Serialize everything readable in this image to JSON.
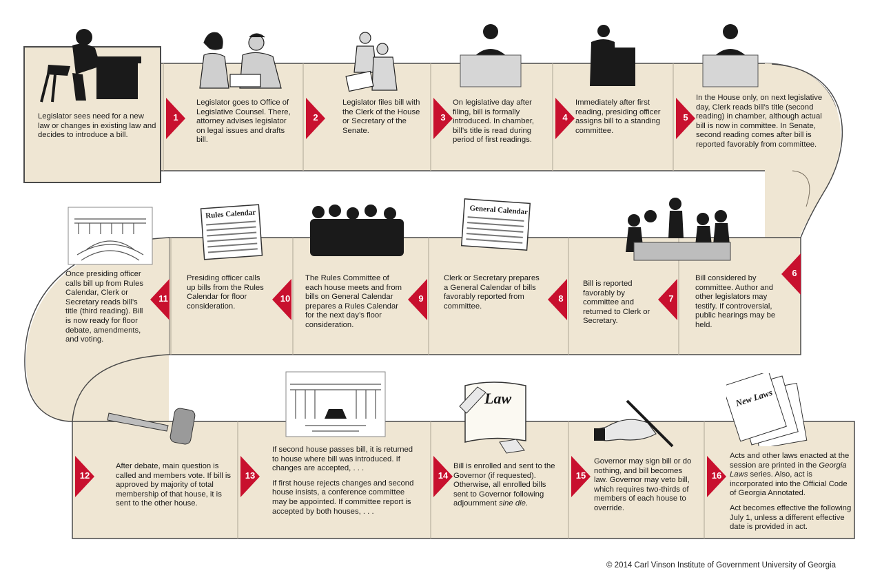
{
  "colors": {
    "band": "#efe6d3",
    "border": "#4a4a4a",
    "divider": "#b9b0a0",
    "marker": "#c8102e",
    "silhouette": "#1a1a1a"
  },
  "steps": [
    {
      "number": "",
      "text": [
        "Legislator sees need for a new law or changes in existing law and decides to introduce a bill."
      ],
      "icon": "legislator-at-desk-icon"
    },
    {
      "number": "1",
      "text": [
        "Legislator goes to Office of Legislative Counsel. There, attorney advises legislator on legal issues and drafts bill."
      ],
      "icon": "attorney-meeting-icon"
    },
    {
      "number": "2",
      "text": [
        "Legislator files bill with the Clerk of the House or Secretary of the Senate."
      ],
      "icon": "filing-bill-icon"
    },
    {
      "number": "3",
      "text": [
        "On legislative day after filing, bill is formally introduced. In chamber, bill’s title is read during period of first readings."
      ],
      "icon": "podium-speaker-icon"
    },
    {
      "number": "4",
      "text": [
        "Immediately after first reading, presiding officer assigns bill to a standing committee."
      ],
      "icon": "presiding-officer-icon"
    },
    {
      "number": "5",
      "text": [
        "In the House only, on next legislative day, Clerk reads bill’s title (second reading) in chamber, although actual bill is now in committee. In Senate, second reading comes after bill is reported favorably from committee."
      ],
      "icon": "clerk-podium-icon"
    },
    {
      "number": "6",
      "text": [
        "Bill considered by committee. Author and other legislators may testify. If controversial, public hearings may be held."
      ],
      "icon": "committee-hearing-icon"
    },
    {
      "number": "7",
      "text": [
        "Bill is reported favorably by committee and returned to Clerk or Secretary."
      ],
      "icon": ""
    },
    {
      "number": "8",
      "text": [
        "Clerk or Secretary prepares a General Calendar of bills favorably reported from committee."
      ],
      "icon": "general-calendar-icon",
      "icon_label": "General Calendar"
    },
    {
      "number": "9",
      "text": [
        "The Rules Committee of each house meets and from bills on General Calendar prepares a Rules Calendar for the next day’s floor consideration."
      ],
      "icon": "rules-committee-icon"
    },
    {
      "number": "10",
      "text": [
        "Presiding officer calls up bills from the Rules Calendar for floor consideration."
      ],
      "icon": "rules-calendar-icon",
      "icon_label": "Rules Calendar"
    },
    {
      "number": "11",
      "text": [
        "Once presiding officer calls bill up from Rules Calendar, Clerk or Secretary reads bill’s title (third reading). Bill is now ready for floor debate, amendments, and voting."
      ],
      "icon": "chamber-icon"
    },
    {
      "number": "12",
      "text": [
        "After debate, main question is called and members vote. If bill is approved by majority of total membership of that house, it is sent to the other house."
      ],
      "icon": "gavel-icon"
    },
    {
      "number": "13",
      "text": [
        "If second house  passes bill, it is returned to house where bill was introduced.  If changes are accepted, . . .",
        "If first house rejects changes and second house insists, a conference committee may be appointed.  If committee report is accepted by both houses, . . ."
      ],
      "icon": "capitol-building-icon"
    },
    {
      "number": "14",
      "text": [
        "Bill is enrolled and sent to the Governor (if requested). Otherwise, all enrolled bills sent to Governor following adjournment ",
        "sine die",
        "."
      ],
      "icon": "law-scroll-icon",
      "icon_label": "Law"
    },
    {
      "number": "15",
      "text": [
        "Governor may sign bill or do nothing, and bill becomes law.  Governor may veto bill, which requires two-thirds of members of each house to override."
      ],
      "icon": "signing-pen-icon"
    },
    {
      "number": "16",
      "text": [
        "Acts and other laws enacted at the session are printed in the ",
        "Georgia Laws",
        " series. Also, act is incorporated into the Official Code of Georgia Annotated.",
        "Act becomes effective the following July 1, unless a different effective date is provided in act."
      ],
      "icon": "new-laws-papers-icon",
      "icon_label": "New Laws"
    }
  ],
  "copyright": "© 2014 Carl Vinson Institute of Government   University of Georgia"
}
